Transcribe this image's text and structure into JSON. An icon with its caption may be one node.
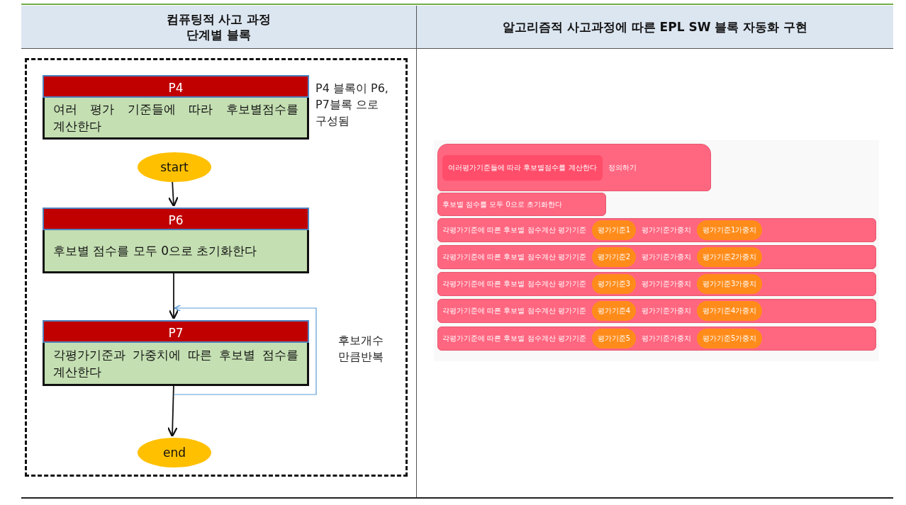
{
  "diagram": {
    "nodes": [
      {
        "text": [],
        "shape": "box"
      },
      {
        "text": [
          "P4",
          "여러 평가 기준들에 따라 후보별점수를 계산한다"
        ],
        "in": 0,
        "beside": [
          "P4 블록이 P6, P7블록 으로 구성됨"
        ]
      },
      {
        "text": [
          "start"
        ],
        "in": 0
      },
      {
        "text": [
          "P6",
          "후보별 점수를 모두 0으로 초기화한다"
        ],
        "in": 0
      },
      {
        "text": [
          "P7",
          "각평가기준과 가중치에 따른 후보별 점수를 계산한다"
        ],
        "in": 0
      },
      {
        "text": [
          "end"
        ],
        "in": 0
      },
      {
        "text": [
          "정의하기"
        ]
      },
      {
        "text": [
          "여러평가기준들에 따라 후보별점수를 계산한다"
        ],
        "in": 6
      },
      {
        "text": [
          "후보별 점수를 모두 0으로 초기화한다"
        ]
      },
      {
        "text": [
          "각평가기준에 따른 후보별 점수계산 평가기준",
          "평가기준가중치"
        ]
      },
      {
        "text": [
          "평가기준1"
        ],
        "in": 9
      },
      {
        "text": [
          "평가기준1가중치"
        ],
        "in": 9
      },
      {
        "text": [
          "각평가기준에 따른 후보별 점수계산 평가기준",
          "평가기준가중치"
        ]
      },
      {
        "text": [
          "평가기준2"
        ],
        "in": 12
      },
      {
        "text": [
          "평가기준2가중치"
        ],
        "in": 12
      },
      {
        "text": [
          "각평가기준에 따른 후보별 점수계산 평가기준",
          "평가기준가중치"
        ]
      },
      {
        "text": [
          "평가기준3"
        ],
        "in": 15
      },
      {
        "text": [
          "평가기준3가중치"
        ],
        "in": 15
      },
      {
        "text": [
          "각평가기준에 따른 후보별 점수계산 평가기준",
          "평가기준가중치"
        ]
      },
      {
        "text": [
          "평가기준4"
        ],
        "in": 18
      },
      {
        "text": [
          "평가기준4가중치"
        ],
        "in": 18
      },
      {
        "text": [
          "각평가기준에 따른 후보별 점수계산 평가기준",
          "평가기준가중치"
        ]
      },
      {
        "text": [
          "평가기준5"
        ],
        "in": 21
      },
      {
        "text": [
          "평가기준5가중치"
        ],
        "in": 21
      }
    ],
    "edges": [
      {
        "from": 2,
        "to": 3,
        "arrow": "to"
      },
      {
        "from": 3,
        "to": 4,
        "arrow": "to"
      },
      {
        "from": 4,
        "to": 5,
        "arrow": "to"
      },
      {
        "from": 4,
        "to": 4,
        "arrow": "to",
        "color": "#5b9bd5",
        "label": "후보개수 만큼반복"
      }
    ],
    "labels": [
      "컴퓨팅적 사고 과정 단계별 블록",
      "알고리즘적 사고과정에 따른 EPL SW 블록 자동화 구현"
    ]
  }
}
